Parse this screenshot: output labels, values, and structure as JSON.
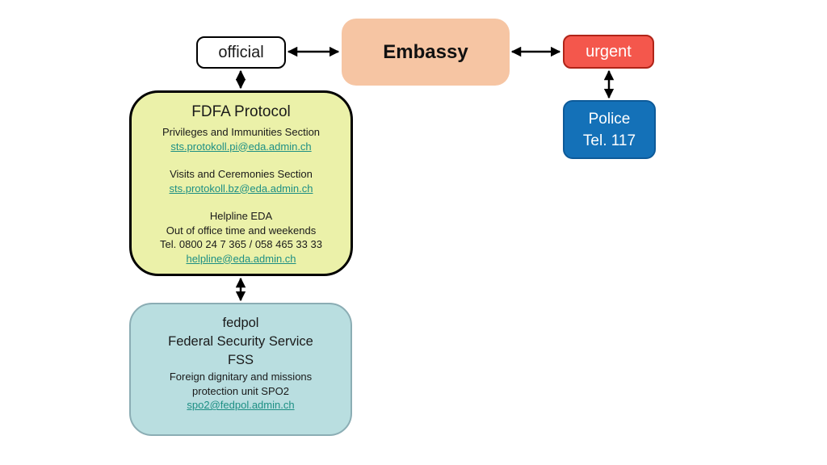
{
  "diagram": {
    "link_color": "#1D8F84",
    "arrow_color": "#000000",
    "nodes": {
      "official": {
        "label": "official",
        "fill": "#FFFFFF",
        "border": "#000000",
        "text_color": "#1A1A1A"
      },
      "embassy": {
        "label": "Embassy",
        "fill": "#F6C5A3",
        "text_color": "#111111"
      },
      "urgent": {
        "label": "urgent",
        "fill": "#F4574C",
        "border": "#B02418",
        "text_color": "#FFFFFF"
      },
      "police": {
        "lines": [
          "Police",
          "Tel. 117"
        ],
        "fill": "#1471B8",
        "border": "#0D5A99",
        "text_color": "#FFFFFF"
      },
      "fdfa": {
        "title": "FDFA Protocol",
        "fill": "#EBF1A9",
        "border": "#000000",
        "sections": [
          {
            "heading": "Privileges and Immunities Section",
            "email": "sts.protokoll.pi@eda.admin.ch"
          },
          {
            "heading": "Visits and Ceremonies Section",
            "email": "sts.protokoll.bz@eda.admin.ch"
          },
          {
            "heading": "Helpline EDA",
            "line2": "Out of office time and weekends",
            "line3": "Tel. 0800 24 7 365 / 058 465 33 33",
            "email": "helpline@eda.admin.ch"
          }
        ]
      },
      "fedpol": {
        "title_lines": [
          "fedpol",
          "Federal Security Service",
          "FSS"
        ],
        "subtitle_lines": [
          "Foreign dignitary and missions",
          "protection unit SPO2"
        ],
        "email": "spo2@fedpol.admin.ch",
        "fill": "#B9DEE0",
        "border": "#8BADB4"
      }
    },
    "edges": [
      {
        "from": "official",
        "to": "embassy",
        "bidirectional": true
      },
      {
        "from": "embassy",
        "to": "urgent",
        "bidirectional": true
      },
      {
        "from": "urgent",
        "to": "police",
        "bidirectional": true
      },
      {
        "from": "official",
        "to": "fdfa",
        "bidirectional": true
      },
      {
        "from": "fdfa",
        "to": "fedpol",
        "bidirectional": true
      }
    ]
  }
}
